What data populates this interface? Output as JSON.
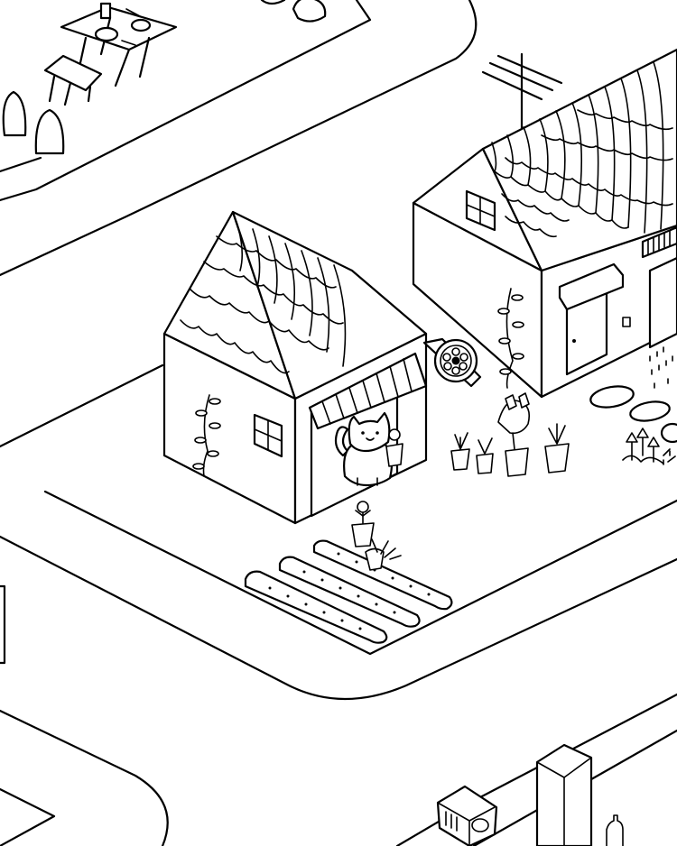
{
  "scene": {
    "background": "#ffffff",
    "ink": "#000000",
    "hidden_object": "cat",
    "objects": [
      "picnic-table",
      "bench",
      "bushes",
      "tv-antenna",
      "flower-shop",
      "cat",
      "striped-awning",
      "shop-sign",
      "large-house",
      "potted-plants",
      "garden-beds",
      "stepping-stones",
      "tulips",
      "rooftop-chimney",
      "rooftop-speaker"
    ]
  }
}
